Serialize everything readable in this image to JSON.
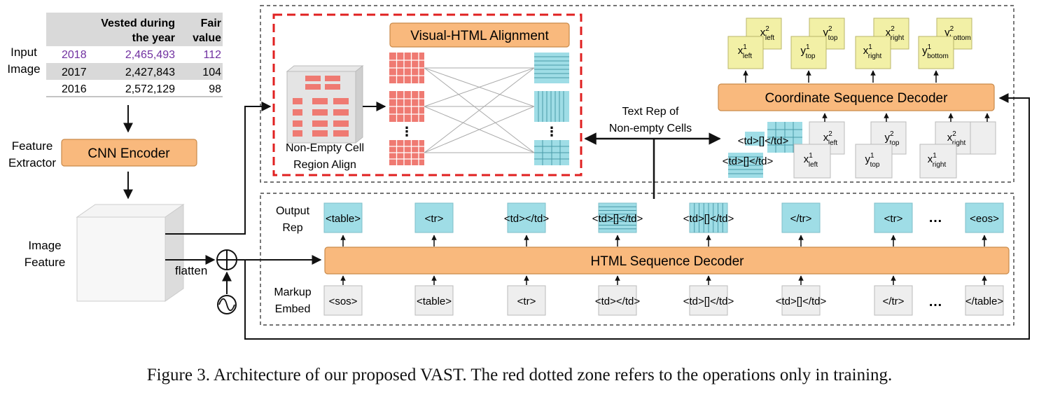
{
  "input_table": {
    "header": [
      "",
      "Vested during the year",
      "Fair value"
    ],
    "header_lines": [
      [
        "",
        "Vested during",
        "Fair"
      ],
      [
        "",
        "the year",
        "value"
      ]
    ],
    "rows": [
      [
        "2018",
        "2,465,493",
        "112"
      ],
      [
        "2017",
        "2,427,843",
        "104"
      ],
      [
        "2016",
        "2,572,129",
        "98"
      ]
    ]
  },
  "labels": {
    "input_image": [
      "Input",
      "Image"
    ],
    "feature_extractor": [
      "Feature",
      "Extractor"
    ],
    "image_feature": [
      "Image",
      "Feature"
    ],
    "flatten": "flatten",
    "output_rep": [
      "Output",
      "Rep"
    ],
    "markup_embed": [
      "Markup",
      "Embed"
    ],
    "non_empty_cell": [
      "Non-Empty Cell",
      "Region Align"
    ],
    "text_rep": [
      "Text Rep of",
      "Non-empty Cells"
    ],
    "ellipsis": "⋮",
    "dots": "…"
  },
  "modules": {
    "cnn_encoder": "CNN Encoder",
    "visual_html_alignment": "Visual-HTML Alignment",
    "coordinate_decoder": "Coordinate Sequence Decoder",
    "html_decoder": "HTML Sequence Decoder"
  },
  "output_tokens": [
    "<table>",
    "<tr>",
    "<td></td>",
    "<td>[]</td>",
    "<td>[]</td>",
    "</tr>",
    "<tr>",
    "<eos>"
  ],
  "input_tokens": [
    "<sos>",
    "<table>",
    "<tr>",
    "<td></td>",
    "<td>[]</td>",
    "<td>[]</td>",
    "</tr>",
    "</table>"
  ],
  "cell_tokens": [
    "<td>[]</td>",
    "<td>[]</td>"
  ],
  "coord_outputs": {
    "front": [
      {
        "base": "x",
        "sup": "1",
        "sub": "left"
      },
      {
        "base": "y",
        "sup": "1",
        "sub": "top"
      },
      {
        "base": "x",
        "sup": "1",
        "sub": "right"
      },
      {
        "base": "y",
        "sup": "1",
        "sub": "bottom"
      }
    ],
    "back": [
      {
        "base": "x",
        "sup": "2",
        "sub": "left"
      },
      {
        "base": "y",
        "sup": "2",
        "sub": "top"
      },
      {
        "base": "x",
        "sup": "2",
        "sub": "right"
      },
      {
        "base": "y",
        "sup": "2",
        "sub": "bottom"
      }
    ]
  },
  "coord_inputs": {
    "front": [
      {
        "base": "x",
        "sup": "1",
        "sub": "left"
      },
      {
        "base": "y",
        "sup": "1",
        "sub": "top"
      },
      {
        "base": "x",
        "sup": "1",
        "sub": "right"
      }
    ],
    "back": [
      {
        "base": "x",
        "sup": "2",
        "sub": "left"
      },
      {
        "base": "y",
        "sup": "2",
        "sub": "top"
      },
      {
        "base": "x",
        "sup": "2",
        "sub": "right"
      }
    ]
  },
  "caption": "Figure 3. Architecture of our proposed VAST. The red dotted zone refers to the operations only in training.",
  "colors": {
    "orange": "#f9b97d",
    "orange_stroke": "#c98a4a",
    "cyan": "#9fdde6",
    "yellow": "#f2f0a6",
    "gray_box": "#eeeeee",
    "red_dashed": "#e02020",
    "red_grid": "#ef7a72",
    "purple": "#7030a0"
  }
}
